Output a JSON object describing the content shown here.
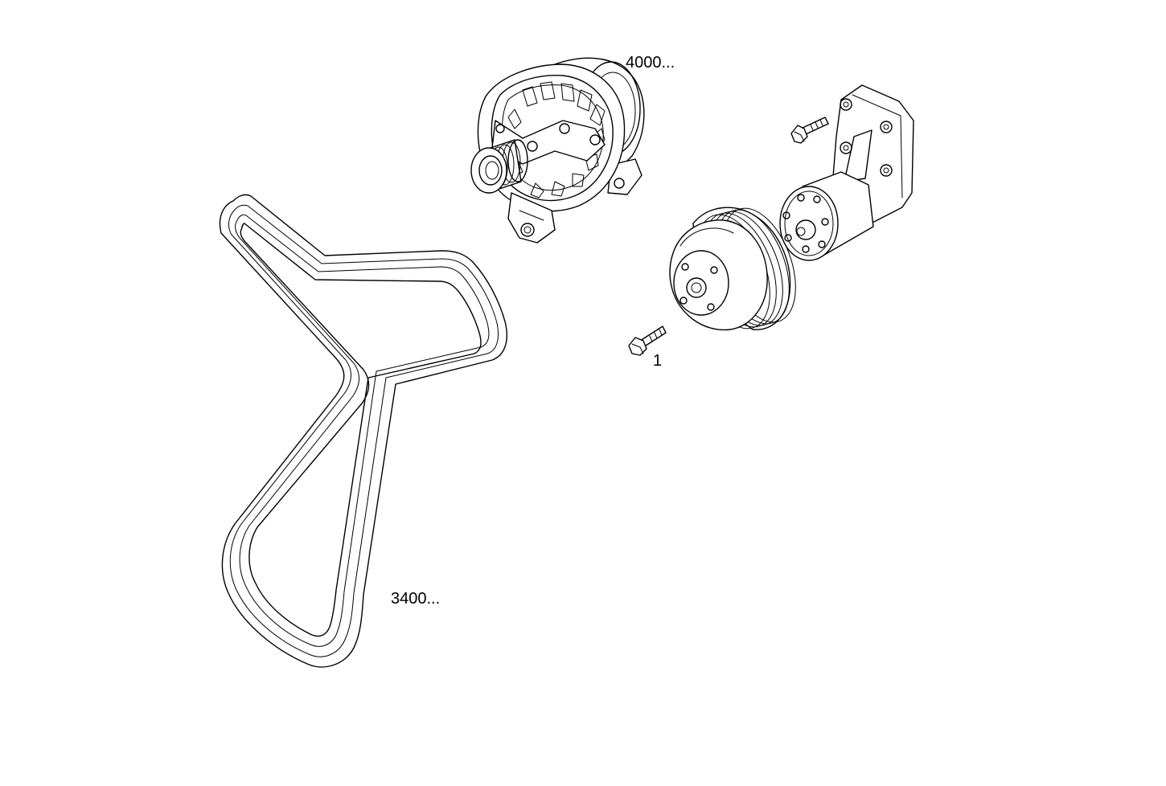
{
  "callouts": {
    "alternator": "4000...",
    "belt": "3400...",
    "screw": "1"
  }
}
